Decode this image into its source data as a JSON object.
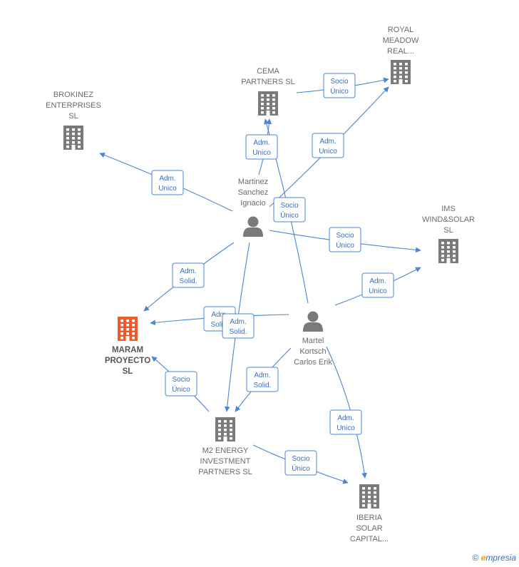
{
  "diagram": {
    "nodes": [
      {
        "id": "royal",
        "type": "company",
        "lines": [
          "ROYAL",
          "MEADOW",
          "REAL..."
        ],
        "focus": false
      },
      {
        "id": "cema",
        "type": "company",
        "lines": [
          "CEMA",
          "PARTNERS  SL"
        ],
        "focus": false
      },
      {
        "id": "brokinez",
        "type": "company",
        "lines": [
          "BROKINEZ",
          "ENTERPRISES",
          "SL"
        ],
        "focus": false
      },
      {
        "id": "ims",
        "type": "company",
        "lines": [
          "IMS",
          "WIND&SOLAR",
          "SL"
        ],
        "focus": false
      },
      {
        "id": "martinez",
        "type": "person",
        "lines": [
          "Martinez",
          "Sanchez",
          "Ignacio"
        ],
        "focus": false
      },
      {
        "id": "maram",
        "type": "company",
        "lines": [
          "MARAM",
          "PROYECTO",
          "SL"
        ],
        "focus": true
      },
      {
        "id": "martel",
        "type": "person",
        "lines": [
          "Martel",
          "Kortsch",
          "Carlos Erik"
        ],
        "focus": false
      },
      {
        "id": "m2",
        "type": "company",
        "lines": [
          "M2 ENERGY",
          "INVESTMENT",
          "PARTNERS  SL"
        ],
        "focus": false
      },
      {
        "id": "iberia",
        "type": "company",
        "lines": [
          "IBERIA",
          "SOLAR",
          "CAPITAL..."
        ],
        "focus": false
      }
    ],
    "edges": [
      {
        "from": "cema",
        "to": "royal",
        "label": [
          "Socio",
          "Único"
        ]
      },
      {
        "from": "martinez",
        "to": "cema",
        "label": [
          "Adm.",
          "Unico"
        ]
      },
      {
        "from": "martinez",
        "to": "royal",
        "label": [
          "Adm.",
          "Unico"
        ]
      },
      {
        "from": "martinez",
        "to": "brokinez",
        "label": [
          "Adm.",
          "Unico"
        ]
      },
      {
        "from": "martel",
        "to": "cema",
        "label": [
          "Socio",
          "Único"
        ]
      },
      {
        "from": "martinez",
        "to": "ims",
        "label": [
          "Socio",
          "Único"
        ]
      },
      {
        "from": "martel",
        "to": "ims",
        "label": [
          "Adm.",
          "Unico"
        ]
      },
      {
        "from": "martinez",
        "to": "maram",
        "label": [
          "Adm.",
          "Solid."
        ]
      },
      {
        "from": "martel",
        "to": "maram",
        "label": [
          "Adm.",
          "Solid."
        ]
      },
      {
        "from": "martinez",
        "to": "m2",
        "label": [
          "Adm.",
          "Solid."
        ]
      },
      {
        "from": "m2",
        "to": "maram",
        "label": [
          "Socio",
          "Único"
        ]
      },
      {
        "from": "martel",
        "to": "m2",
        "label": [
          "Adm.",
          "Solid."
        ]
      },
      {
        "from": "martel",
        "to": "iberia",
        "label": [
          "Adm.",
          "Unico"
        ]
      },
      {
        "from": "m2",
        "to": "iberia",
        "label": [
          "Socio",
          "Único"
        ]
      }
    ],
    "colors": {
      "edge": "#4a86d4",
      "company": "#7a7a7a",
      "focus": "#f05a28",
      "person": "#7a7a7a"
    }
  },
  "footer": {
    "copyright": "©",
    "brand_initial": "e",
    "brand_rest": "mpresia"
  }
}
